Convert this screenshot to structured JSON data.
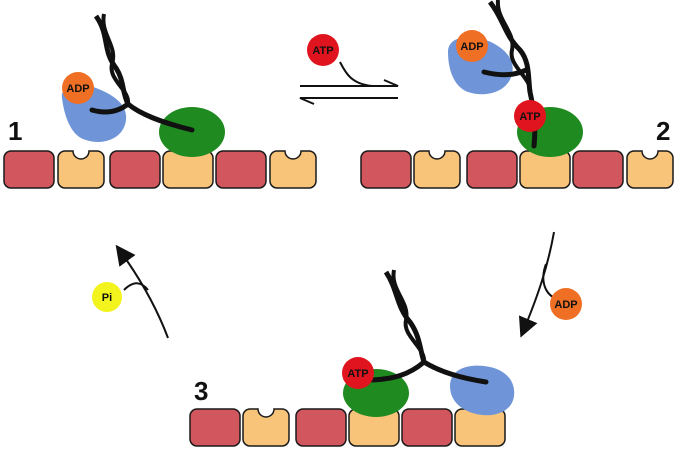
{
  "labels": {
    "atp": "ATP",
    "adp": "ADP",
    "pi": "Pi"
  },
  "steps": {
    "one": "1",
    "two": "2",
    "three": "3"
  },
  "colors": {
    "actin_red": "#d2565e",
    "actin_tan": "#f8c47a",
    "head_green": "#1f8a20",
    "head_blue": "#6f95d8",
    "atp_red": "#e0141e",
    "adp_orange": "#ef7024",
    "pi_yellow": "#f3f31d",
    "outline": "#1a1a1a"
  }
}
